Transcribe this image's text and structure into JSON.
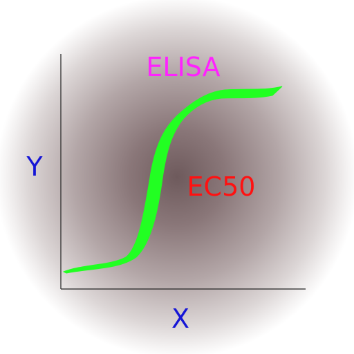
{
  "chart_data": {
    "type": "line",
    "title": "ELISA",
    "annotation": "EC50",
    "xlabel": "X",
    "ylabel": "Y",
    "axes": {
      "ticks": false,
      "grid": false
    },
    "colors": {
      "curve": "#22ff22",
      "title": "#ff22ff",
      "annotation": "#ff1111",
      "axis_labels": "#1515d6",
      "axis_lines": "#222222"
    }
  }
}
